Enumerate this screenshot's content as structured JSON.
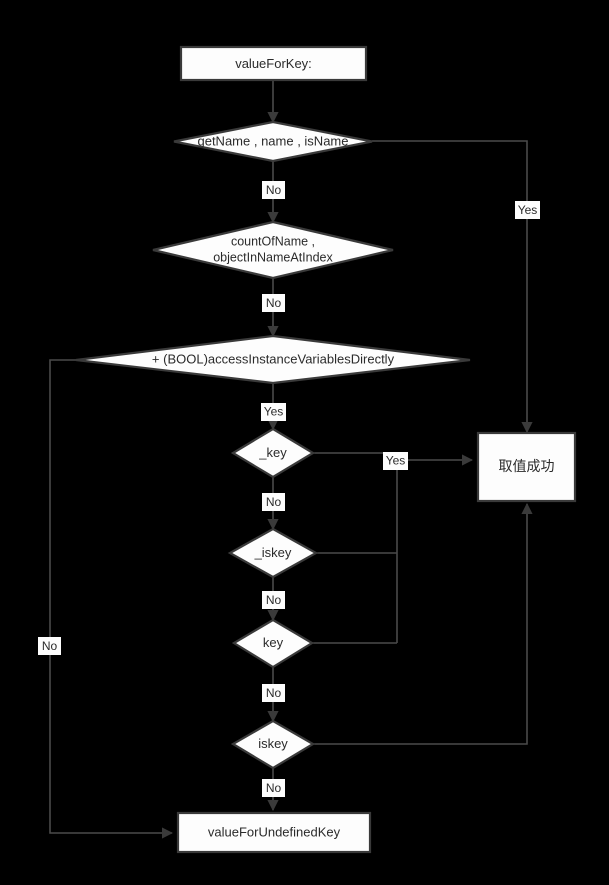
{
  "diagram": {
    "title": "valueForKey: resolution flowchart",
    "background_color": "#000000",
    "shape_fill": "#fdfdfd",
    "shape_stroke": "#3a3a3a",
    "edge_color": "#4a4a4a",
    "text_color": "#2b2b2b"
  },
  "nodes": {
    "start": {
      "label": "valueForKey:",
      "type": "process"
    },
    "get_name": {
      "label": "getName , name , isName",
      "type": "decision"
    },
    "count_of_name_line1": {
      "label": "countOfName ,",
      "type": "decision"
    },
    "count_of_name_line2": {
      "label": "objectInNameAtIndex",
      "type": "decision"
    },
    "access_ivars": {
      "label": "+ (BOOL)accessInstanceVariablesDirectly",
      "type": "decision"
    },
    "underscore_key": {
      "label": "_key",
      "type": "decision"
    },
    "underscore_iskey": {
      "label": "_iskey",
      "type": "decision"
    },
    "key": {
      "label": "key",
      "type": "decision"
    },
    "iskey": {
      "label": "iskey",
      "type": "decision"
    },
    "success": {
      "label": "取值成功",
      "type": "process"
    },
    "undefined_key": {
      "label": "valueForUndefinedKey",
      "type": "process"
    }
  },
  "edge_labels": {
    "get_name_yes": "Yes",
    "get_name_no": "No",
    "count_of_name_no": "No",
    "access_ivars_yes": "Yes",
    "access_ivars_no": "No",
    "underscore_key_no": "No",
    "underscore_key_yes": "Yes",
    "underscore_iskey_no": "No",
    "key_no": "No",
    "iskey_no": "No"
  }
}
